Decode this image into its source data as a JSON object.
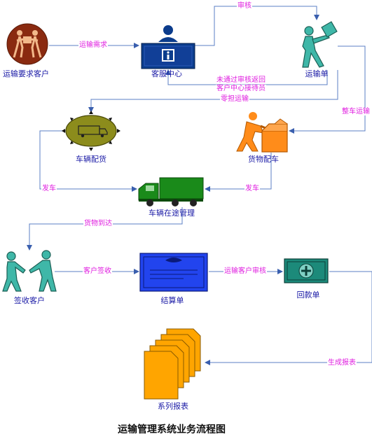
{
  "title": "运输管理系统业务流程图",
  "nodes": {
    "customer": "运输要求客户",
    "service_center": "客服中心",
    "waybill": "运输单",
    "vehicle_dispatch": "车辆配货",
    "cargo_loading": "货物配车",
    "in_transit": "车辆在途管理",
    "receiving_customer": "签收客户",
    "statement": "结算单",
    "payment_slip": "回款单",
    "reports": "系列报表"
  },
  "edges": {
    "transport_request": "运输需求",
    "audit": "审核",
    "audit_fail_line1": "未通过审核返回",
    "audit_fail_line2": "客户中心接待员",
    "less_than_truckload": "零担运输",
    "full_truckload": "整车运输",
    "depart_left": "发车",
    "depart_right": "发车",
    "goods_arrived": "货物到达",
    "customer_signoff": "客户签收",
    "customer_audit": "运输客户审核",
    "generate_reports": "生成报表"
  },
  "colors": {
    "edge_line": "#5b7fc4",
    "edge_label": "#e020e0",
    "node_label": "#1a1aa6",
    "service_desk": "#0b3c8c",
    "person_teal": "#3fb7a8",
    "dispatch_ellipse": "#8c8c1c",
    "truck_green": "#1a8a1a",
    "box_orange": "#ff8c1a",
    "statement_blue": "#2244ee",
    "payment_teal": "#1c8a7a",
    "reports_orange": "#ffa500"
  }
}
